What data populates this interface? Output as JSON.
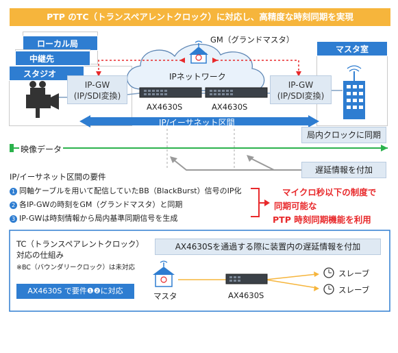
{
  "banner": "PTP のTC（トランスペアレントクロック）に対応し、高精度な時刻同期を実現",
  "left_stack": {
    "tab1": "ローカル局",
    "tab2": "中継先",
    "tab3": "スタジオ"
  },
  "gw_left": {
    "line1": "IP-GW",
    "line2": "(IP/SDI変換)"
  },
  "gw_right": {
    "line1": "IP-GW",
    "line2": "(IP/SDI変換)"
  },
  "gm_label": "GM（グランドマスタ）",
  "cloud_label": "IPネットワーク",
  "switch_left": "AX4630S",
  "switch_right": "AX4630S",
  "master_room": "マスタ室",
  "ethernet_bar": "IP/イーサネット区間",
  "local_sync": "局内クロックに同期",
  "video_data": "映像データ",
  "delay_info": "遅延情報を付加",
  "requirements": {
    "title": "IP/イーサネット区間の要件",
    "items": [
      {
        "num": "1",
        "text": "同軸ケーブルを用いて配信していたBB（BlackBurst）信号のIP化"
      },
      {
        "num": "2",
        "text": "各IP-GWの時刻をGM（グランドマスタ）と同期"
      },
      {
        "num": "3",
        "text": "IP-GWは時刻情報から局内基準同期信号を生成"
      }
    ]
  },
  "conclusion": {
    "line1": "マイクロ秒以下の制度で",
    "line2": "同期可能な",
    "line3": "PTP 時刻同期機能を利用"
  },
  "tc_panel": {
    "title1": "TC（トランスペアレントクロック）",
    "title2": "対応の仕組み",
    "note": "※BC（バウンダリークロック）は未対応",
    "badge": "AX4630S で要件❶❷に対応",
    "header": "AX4630Sを通過する際に装置内の遅延情報を付加",
    "master": "マスタ",
    "switch": "AX4630S",
    "slave1": "スレーブ",
    "slave2": "スレーブ"
  },
  "colors": {
    "accent": "#2e7dd1",
    "banner": "#f6b53c",
    "green": "#2bb24c",
    "red": "#e8292b"
  }
}
